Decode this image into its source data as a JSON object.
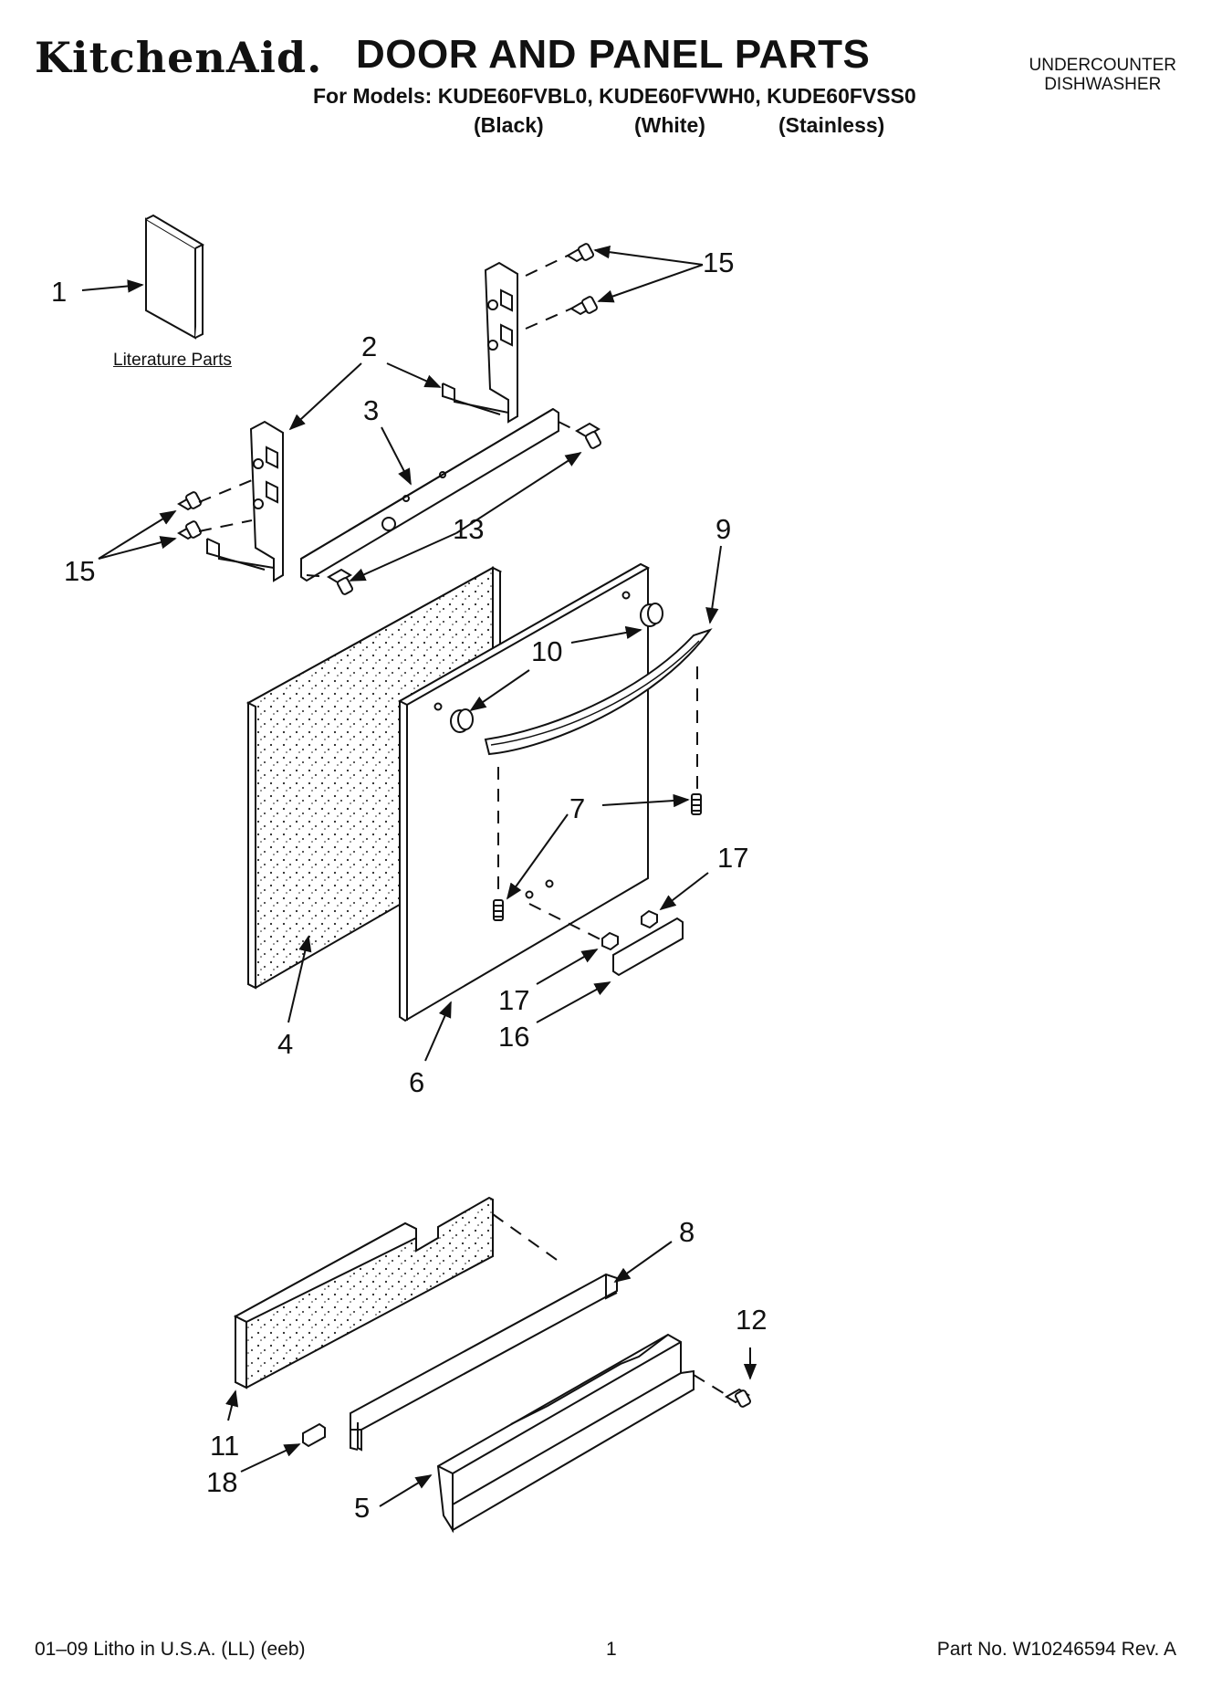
{
  "header": {
    "brand": "KitchenAid.",
    "title": "DOOR AND PANEL PARTS",
    "models_line": "For Models: KUDE60FVBL0, KUDE60FVWH0, KUDE60FVSS0",
    "variants": [
      "(Black)",
      "(White)",
      "(Stainless)"
    ],
    "category_line1": "UNDERCOUNTER",
    "category_line2": "DISHWASHER"
  },
  "literature_label": "Literature Parts",
  "callouts": {
    "c1": "1",
    "c2": "2",
    "c3": "3",
    "c4": "4",
    "c5": "5",
    "c6": "6",
    "c7": "7",
    "c8": "8",
    "c9": "9",
    "c10": "10",
    "c11": "11",
    "c12": "12",
    "c13": "13",
    "c15a": "15",
    "c15b": "15",
    "c16": "16",
    "c17a": "17",
    "c17b": "17",
    "c18": "18"
  },
  "footer": {
    "litho": "01–09 Litho in U.S.A. (LL) (eeb)",
    "page": "1",
    "part_no": "Part No. W10246594 Rev. A"
  }
}
